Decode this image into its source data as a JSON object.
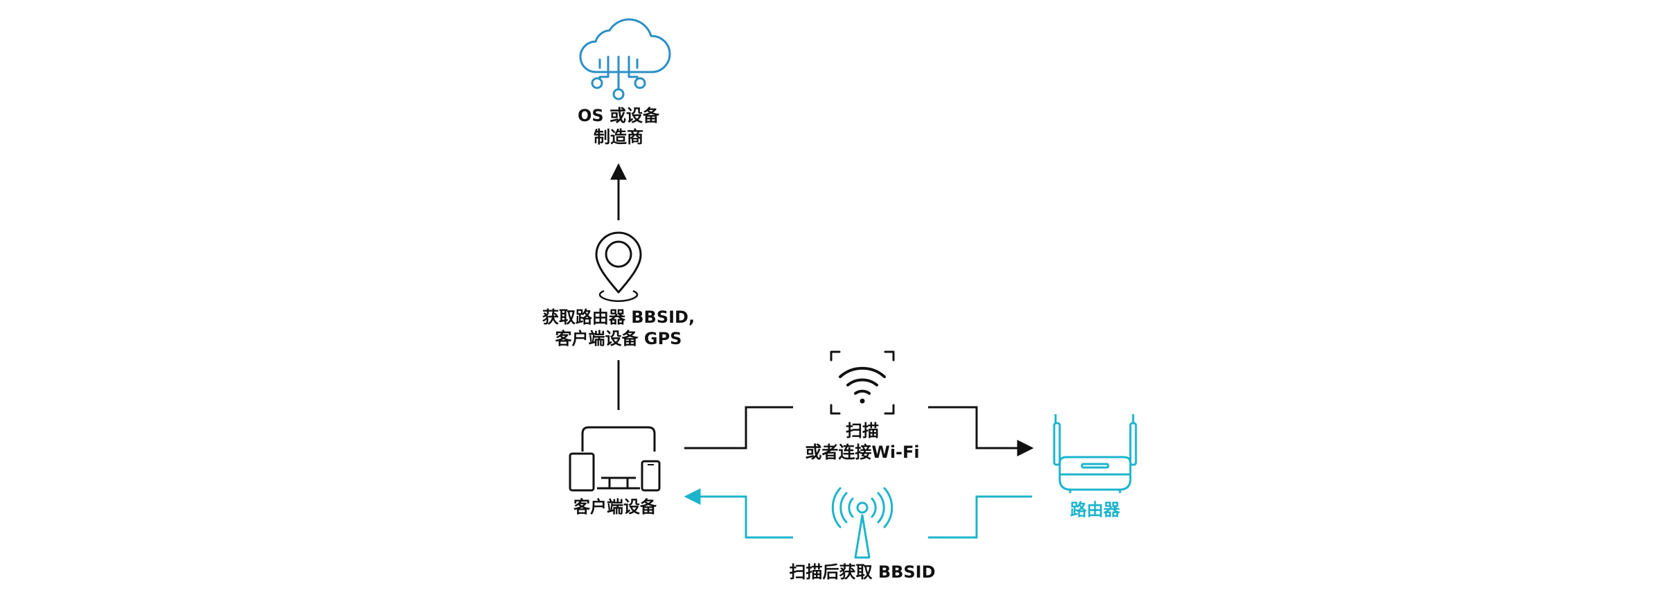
{
  "colors": {
    "ink": "#111111",
    "accent_blue": "#2a8fc4",
    "accent_teal": "#1bb4cc",
    "background": "#ffffff"
  },
  "nodes": {
    "manufacturer": {
      "icon": "cloud-network-icon",
      "line1": "OS 或设备",
      "line2": "制造商"
    },
    "location": {
      "icon": "map-pin-icon",
      "line1": "获取路由器 BBSID,",
      "line2": "客户端设备 GPS"
    },
    "client": {
      "icon": "devices-icon",
      "label": "客户端设备"
    },
    "wifi_scan": {
      "icon": "wifi-scan-icon",
      "line1": "扫描",
      "line2": "或者连接Wi-Fi"
    },
    "router": {
      "icon": "router-icon",
      "label": "路由器"
    },
    "bbsid_scan": {
      "icon": "antenna-broadcast-icon",
      "label": "扫描后获取 BBSID"
    }
  }
}
